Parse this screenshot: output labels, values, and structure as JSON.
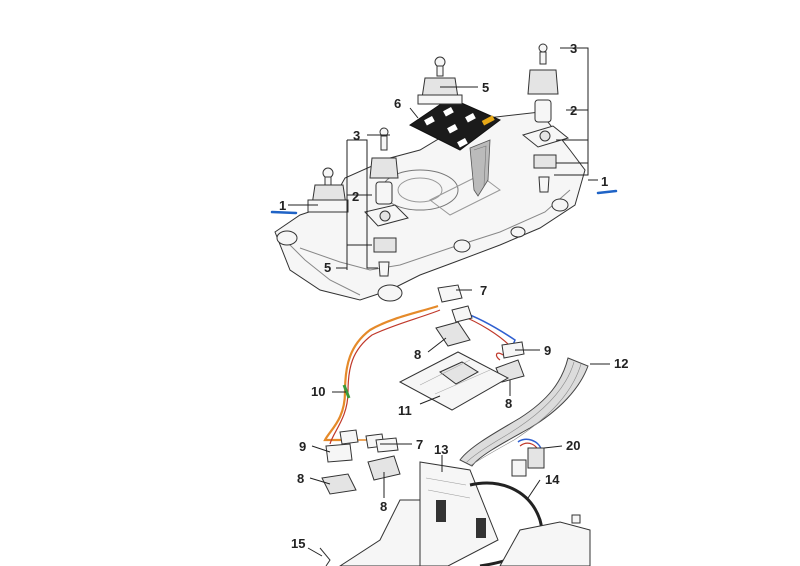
{
  "callouts": {
    "c1_left": "1",
    "c1_right": "1",
    "c2_left": "2",
    "c2_right": "2",
    "c3_left": "3",
    "c3_right": "3",
    "c5_top": "5",
    "c5_left": "5",
    "c6": "6",
    "c7_top": "7",
    "c7_bottom": "7",
    "c8_a": "8",
    "c8_b": "8",
    "c8_c": "8",
    "c8_d": "8",
    "c9_right": "9",
    "c9_left": "9",
    "c10": "10",
    "c11": "11",
    "c12": "12",
    "c13": "13",
    "c14": "14",
    "c15": "15",
    "c20": "20"
  },
  "colors": {
    "line": "#333333",
    "highlight": "#1f63c6",
    "keypad": "#1b1b1b",
    "key_accent": "#e6a817",
    "wire_orange": "#e58a2a",
    "wire_red": "#c0392b",
    "wire_blue": "#2f5fd0",
    "wire_green": "#3a9a3a"
  }
}
